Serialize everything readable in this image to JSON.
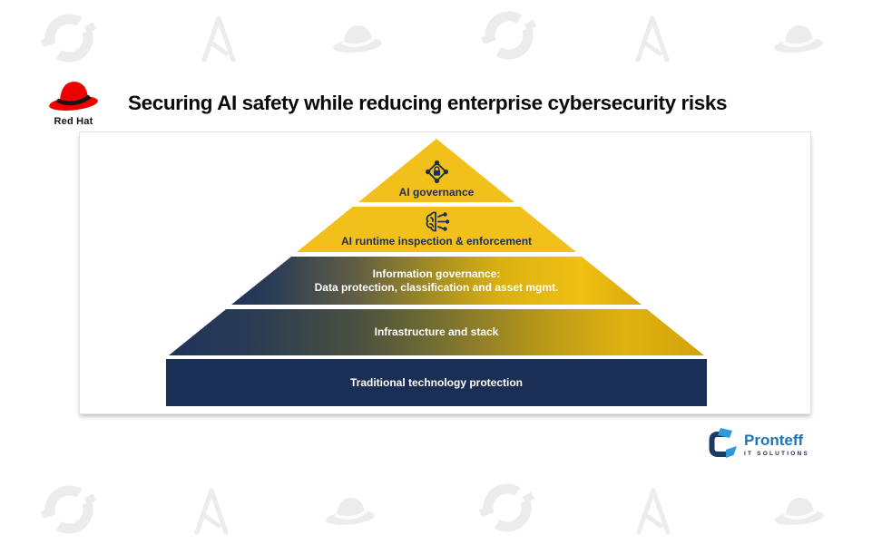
{
  "header": {
    "redhat_wordmark": "Red Hat",
    "title": "Securing AI safety while reducing enterprise cybersecurity risks"
  },
  "pyramid": {
    "layers": [
      {
        "label": "AI governance",
        "icon": "governance-lock-network-icon",
        "fill": "#F2C01B",
        "text_color": "#1C2E54"
      },
      {
        "label": "AI runtime inspection & enforcement",
        "icon": "ai-brain-circuit-icon",
        "fill": "#F2C01B",
        "text_color": "#1C2E54"
      },
      {
        "label_line1": "Information governance:",
        "label_line2": "Data protection, classification and asset mgmt.",
        "fill": "gradient-navy-to-gold",
        "text_color": "#FFFFFF"
      },
      {
        "label": "Infrastructure and stack",
        "fill": "gradient-navy-to-gold",
        "text_color": "#FFFFFF"
      },
      {
        "label": "Traditional technology protection",
        "fill": "#1B2F55",
        "text_color": "#FFFFFF"
      }
    ]
  },
  "footer": {
    "brand_name": "Pronteff",
    "brand_tagline": "IT SOLUTIONS"
  },
  "watermarks": {
    "icons": [
      "openshift-icon",
      "ansible-a-icon",
      "fedora-hat-icon"
    ],
    "color": "#ECECEC"
  },
  "colors": {
    "gold": "#F2C01B",
    "navy": "#1B2F55",
    "redhat_red": "#EE0000",
    "pronteff_blue": "#1B75BC",
    "pronteff_navy": "#1C3A66",
    "pronteff_lightblue": "#2D9BD9",
    "watermark_gray": "#ECECEC"
  }
}
